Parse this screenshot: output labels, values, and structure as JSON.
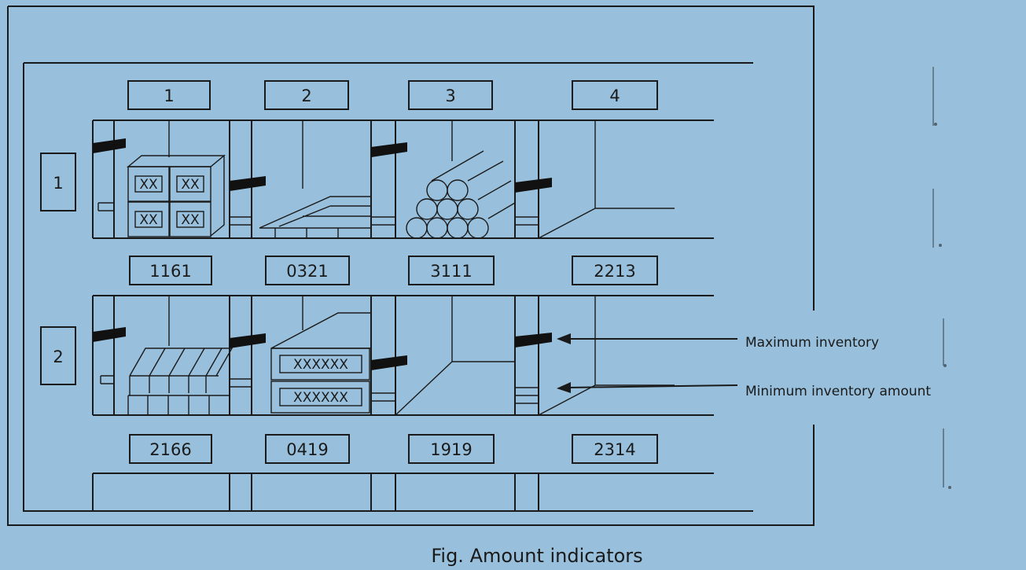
{
  "columns": [
    "1",
    "2",
    "3",
    "4"
  ],
  "rows": [
    "1",
    "2"
  ],
  "shelf1_codes": [
    "1161",
    "0321",
    "3111",
    "2213"
  ],
  "shelf2_codes": [
    "2166",
    "0419",
    "1919",
    "2314"
  ],
  "box_marks": [
    "XX",
    "XX",
    "XX",
    "XX"
  ],
  "crate_marks": [
    "XXXXXX",
    "XXXXXX"
  ],
  "annotations": {
    "max": "Maximum inventory",
    "min": "Minimum inventory amount"
  },
  "caption": "Fig. Amount indicators"
}
